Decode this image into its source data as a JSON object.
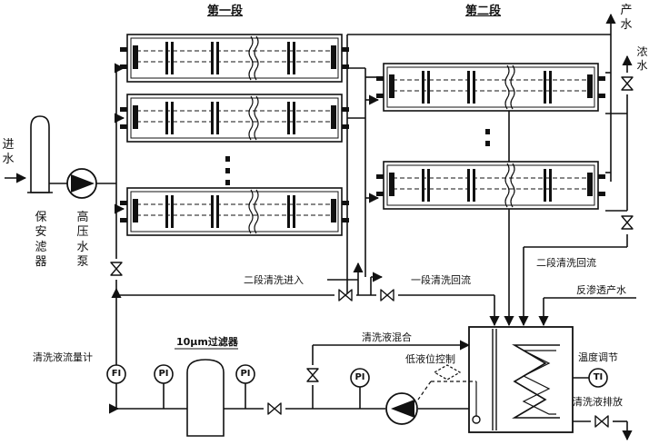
{
  "labels": {
    "inlet_water": "进水",
    "security_filter": "保安滤器",
    "high_pressure_pump": "高压水泵",
    "stage_one": "第一段",
    "stage_two": "第二段",
    "product_water": "产水",
    "concentrate": "浓水",
    "stage_two_wash_in": "二段清洗进入",
    "stage_one_wash_return": "一段清洗回流",
    "stage_two_wash_return": "二段清洗回流",
    "ro_product_water": "反渗透产水",
    "wash_liquid_mixing": "清洗液混合",
    "low_level_control": "低液位控制",
    "temperature_adjust": "温度调节",
    "wash_liquid_drain": "清洗液排放",
    "wash_flow_meter": "清洗液流量计",
    "micron_filter": "10μm过滤器"
  },
  "instruments": {
    "fi": "FI",
    "pi_left": "PI",
    "pi_right": "PI",
    "pi_pump": "PI",
    "ti": "TI"
  },
  "colors": {
    "line": "#111111",
    "background": "#ffffff"
  }
}
